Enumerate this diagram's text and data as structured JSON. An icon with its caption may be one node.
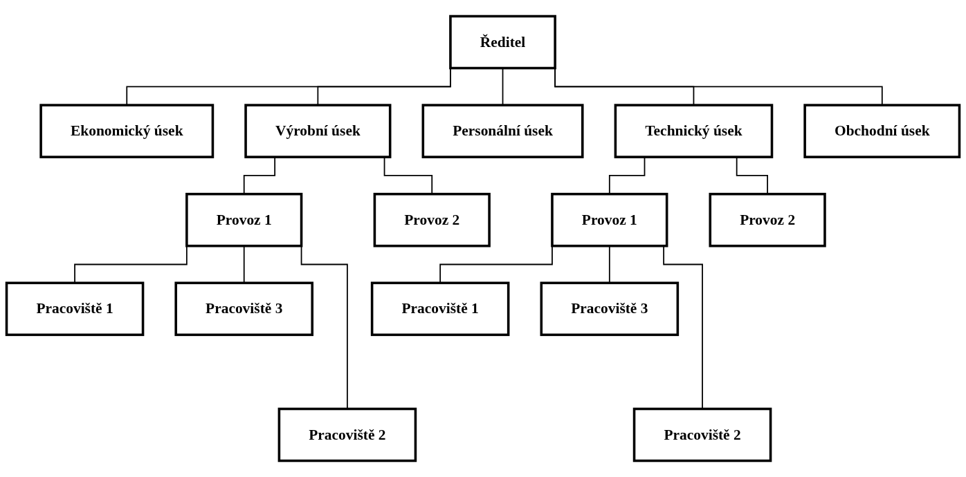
{
  "diagram": {
    "nodes": [
      {
        "text": [
          "Ředitel"
        ]
      },
      {
        "text": [
          "Ekonomický úsek"
        ]
      },
      {
        "text": [
          "Výrobní úsek"
        ]
      },
      {
        "text": [
          "Personální úsek"
        ]
      },
      {
        "text": [
          "Technický úsek"
        ]
      },
      {
        "text": [
          "Obchodní úsek"
        ]
      },
      {
        "text": [
          "Provoz 1"
        ]
      },
      {
        "text": [
          "Provoz 2"
        ]
      },
      {
        "text": [
          "Pracoviště 1"
        ]
      },
      {
        "text": [
          "Pracoviště 3"
        ]
      },
      {
        "text": [
          "Pracoviště 2"
        ]
      },
      {
        "text": [
          "Provoz 1"
        ]
      },
      {
        "text": [
          "Provoz 2"
        ]
      },
      {
        "text": [
          "Pracoviště 1"
        ]
      },
      {
        "text": [
          "Pracoviště 3"
        ]
      },
      {
        "text": [
          "Pracoviště 2"
        ]
      }
    ],
    "edges": [
      {
        "from": 0,
        "to": 1,
        "arrow": "none"
      },
      {
        "from": 0,
        "to": 2,
        "arrow": "none"
      },
      {
        "from": 0,
        "to": 3,
        "arrow": "none"
      },
      {
        "from": 0,
        "to": 4,
        "arrow": "none"
      },
      {
        "from": 0,
        "to": 5,
        "arrow": "none"
      },
      {
        "from": 2,
        "to": 6,
        "arrow": "none"
      },
      {
        "from": 2,
        "to": 7,
        "arrow": "none"
      },
      {
        "from": 6,
        "to": 8,
        "arrow": "none"
      },
      {
        "from": 6,
        "to": 9,
        "arrow": "none"
      },
      {
        "from": 6,
        "to": 10,
        "arrow": "none"
      },
      {
        "from": 4,
        "to": 11,
        "arrow": "none"
      },
      {
        "from": 4,
        "to": 12,
        "arrow": "none"
      },
      {
        "from": 11,
        "to": 13,
        "arrow": "none"
      },
      {
        "from": 11,
        "to": 14,
        "arrow": "none"
      },
      {
        "from": 11,
        "to": 15,
        "arrow": "none"
      }
    ]
  }
}
